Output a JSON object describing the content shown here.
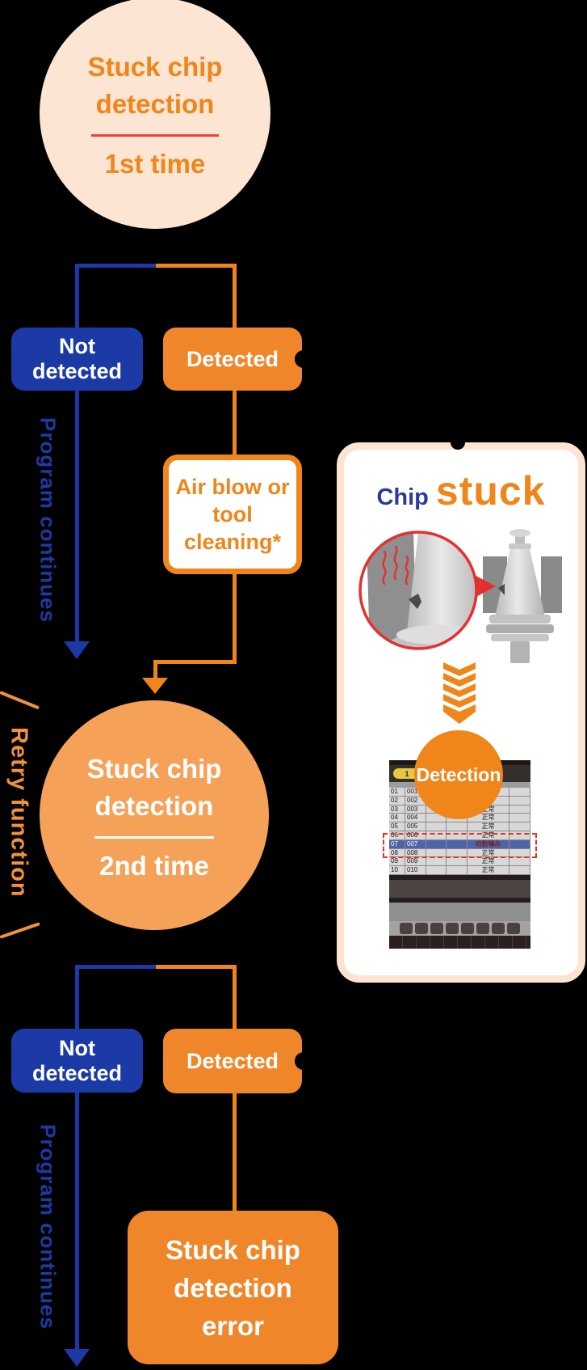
{
  "palette": {
    "background": "#000000",
    "orange": "#f08519",
    "orange_box": "#f0862a",
    "orange_light": "#f5a158",
    "peach": "#fce5d3",
    "blue": "#1c3aa6",
    "red_divider": "#ee4040",
    "row_highlight": "#4e63a8",
    "status_alert": "#7b241c"
  },
  "flow": {
    "step1": {
      "title": "Stuck chip detection",
      "subtitle": "1st time"
    },
    "branch1": {
      "not_detected": "Not detected",
      "detected": "Detected",
      "program_continues": "Program continues"
    },
    "air_blow": "Air blow or tool cleaning*",
    "retry_label": "Retry function",
    "step2": {
      "title": "Stuck chip detection",
      "subtitle": "2nd time"
    },
    "branch2": {
      "not_detected": "Not detected",
      "detected": "Detected",
      "program_continues": "Program continues"
    },
    "error": "Stuck chip detection error"
  },
  "panel": {
    "title": {
      "chip": "Chip",
      "stuck": "stuck"
    },
    "detection_label": "Detection",
    "screen": {
      "tab_badge": "1",
      "rows": [
        {
          "no": "01",
          "prog": "001",
          "status": "",
          "highlight": false
        },
        {
          "no": "02",
          "prog": "002",
          "status": "",
          "highlight": false
        },
        {
          "no": "03",
          "prog": "003",
          "status": "正常",
          "highlight": false
        },
        {
          "no": "04",
          "prog": "004",
          "status": "正常",
          "highlight": false
        },
        {
          "no": "05",
          "prog": "005",
          "status": "正常",
          "highlight": false
        },
        {
          "no": "06",
          "prog": "006",
          "status": "正常",
          "highlight": false
        },
        {
          "no": "07",
          "prog": "007",
          "status": "切粉噛み",
          "highlight": true
        },
        {
          "no": "08",
          "prog": "008",
          "status": "正常",
          "highlight": false
        },
        {
          "no": "09",
          "prog": "009",
          "status": "正常",
          "highlight": false
        },
        {
          "no": "10",
          "prog": "010",
          "status": "正常",
          "highlight": false
        }
      ]
    }
  }
}
